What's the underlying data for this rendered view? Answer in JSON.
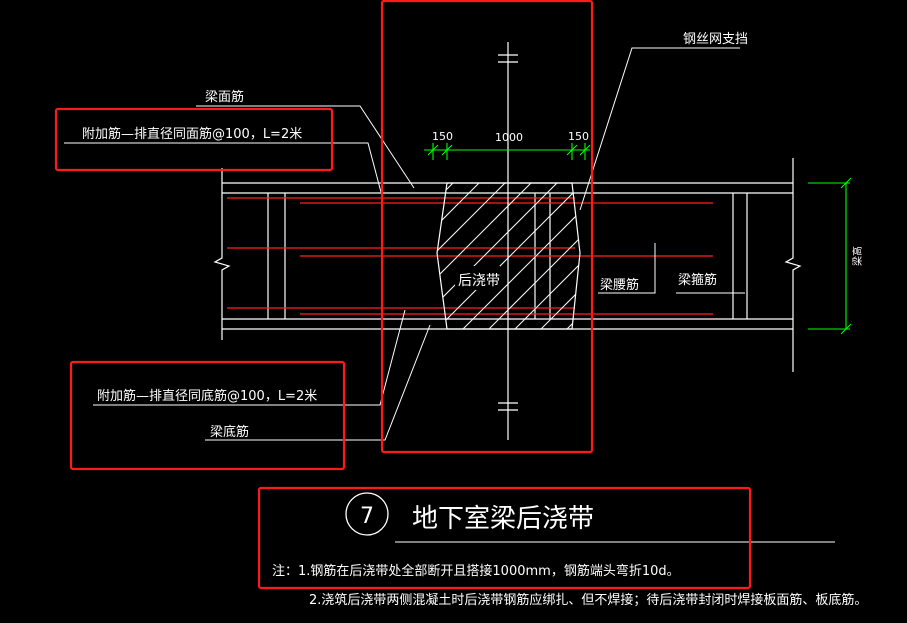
{
  "labels": {
    "wire_mesh": "钢丝网支挡",
    "beam_top_bar": "梁面筋",
    "extra_top": "附加筋—排直径同面筋@100，L=2米",
    "dim_left": "150",
    "dim_mid": "1000",
    "dim_right": "150",
    "post_pour": "后浇带",
    "waist_bar": "梁腰筋",
    "stirrup": "梁箍筋",
    "beam_height": "梁高",
    "extra_bottom": "附加筋—排直径同底筋@100，L=2米",
    "beam_bottom_bar": "梁底筋"
  },
  "title": {
    "number": "7",
    "text": "地下室梁后浇带"
  },
  "notes": {
    "line1": "注：1.钢筋在后浇带处全部断开且搭接1000mm，钢筋端头弯折10d。",
    "line2": "2.浇筑后浇带两侧混凝土时后浇带钢筋应绑扎、但不焊接；待后浇带封闭时焊接板面筋、板底筋。"
  },
  "colors": {
    "background": "#000000",
    "line": "#ffffff",
    "rebar": "#ff2020",
    "dimension": "#00ff00",
    "highlight_box": "#ff1a1a"
  }
}
